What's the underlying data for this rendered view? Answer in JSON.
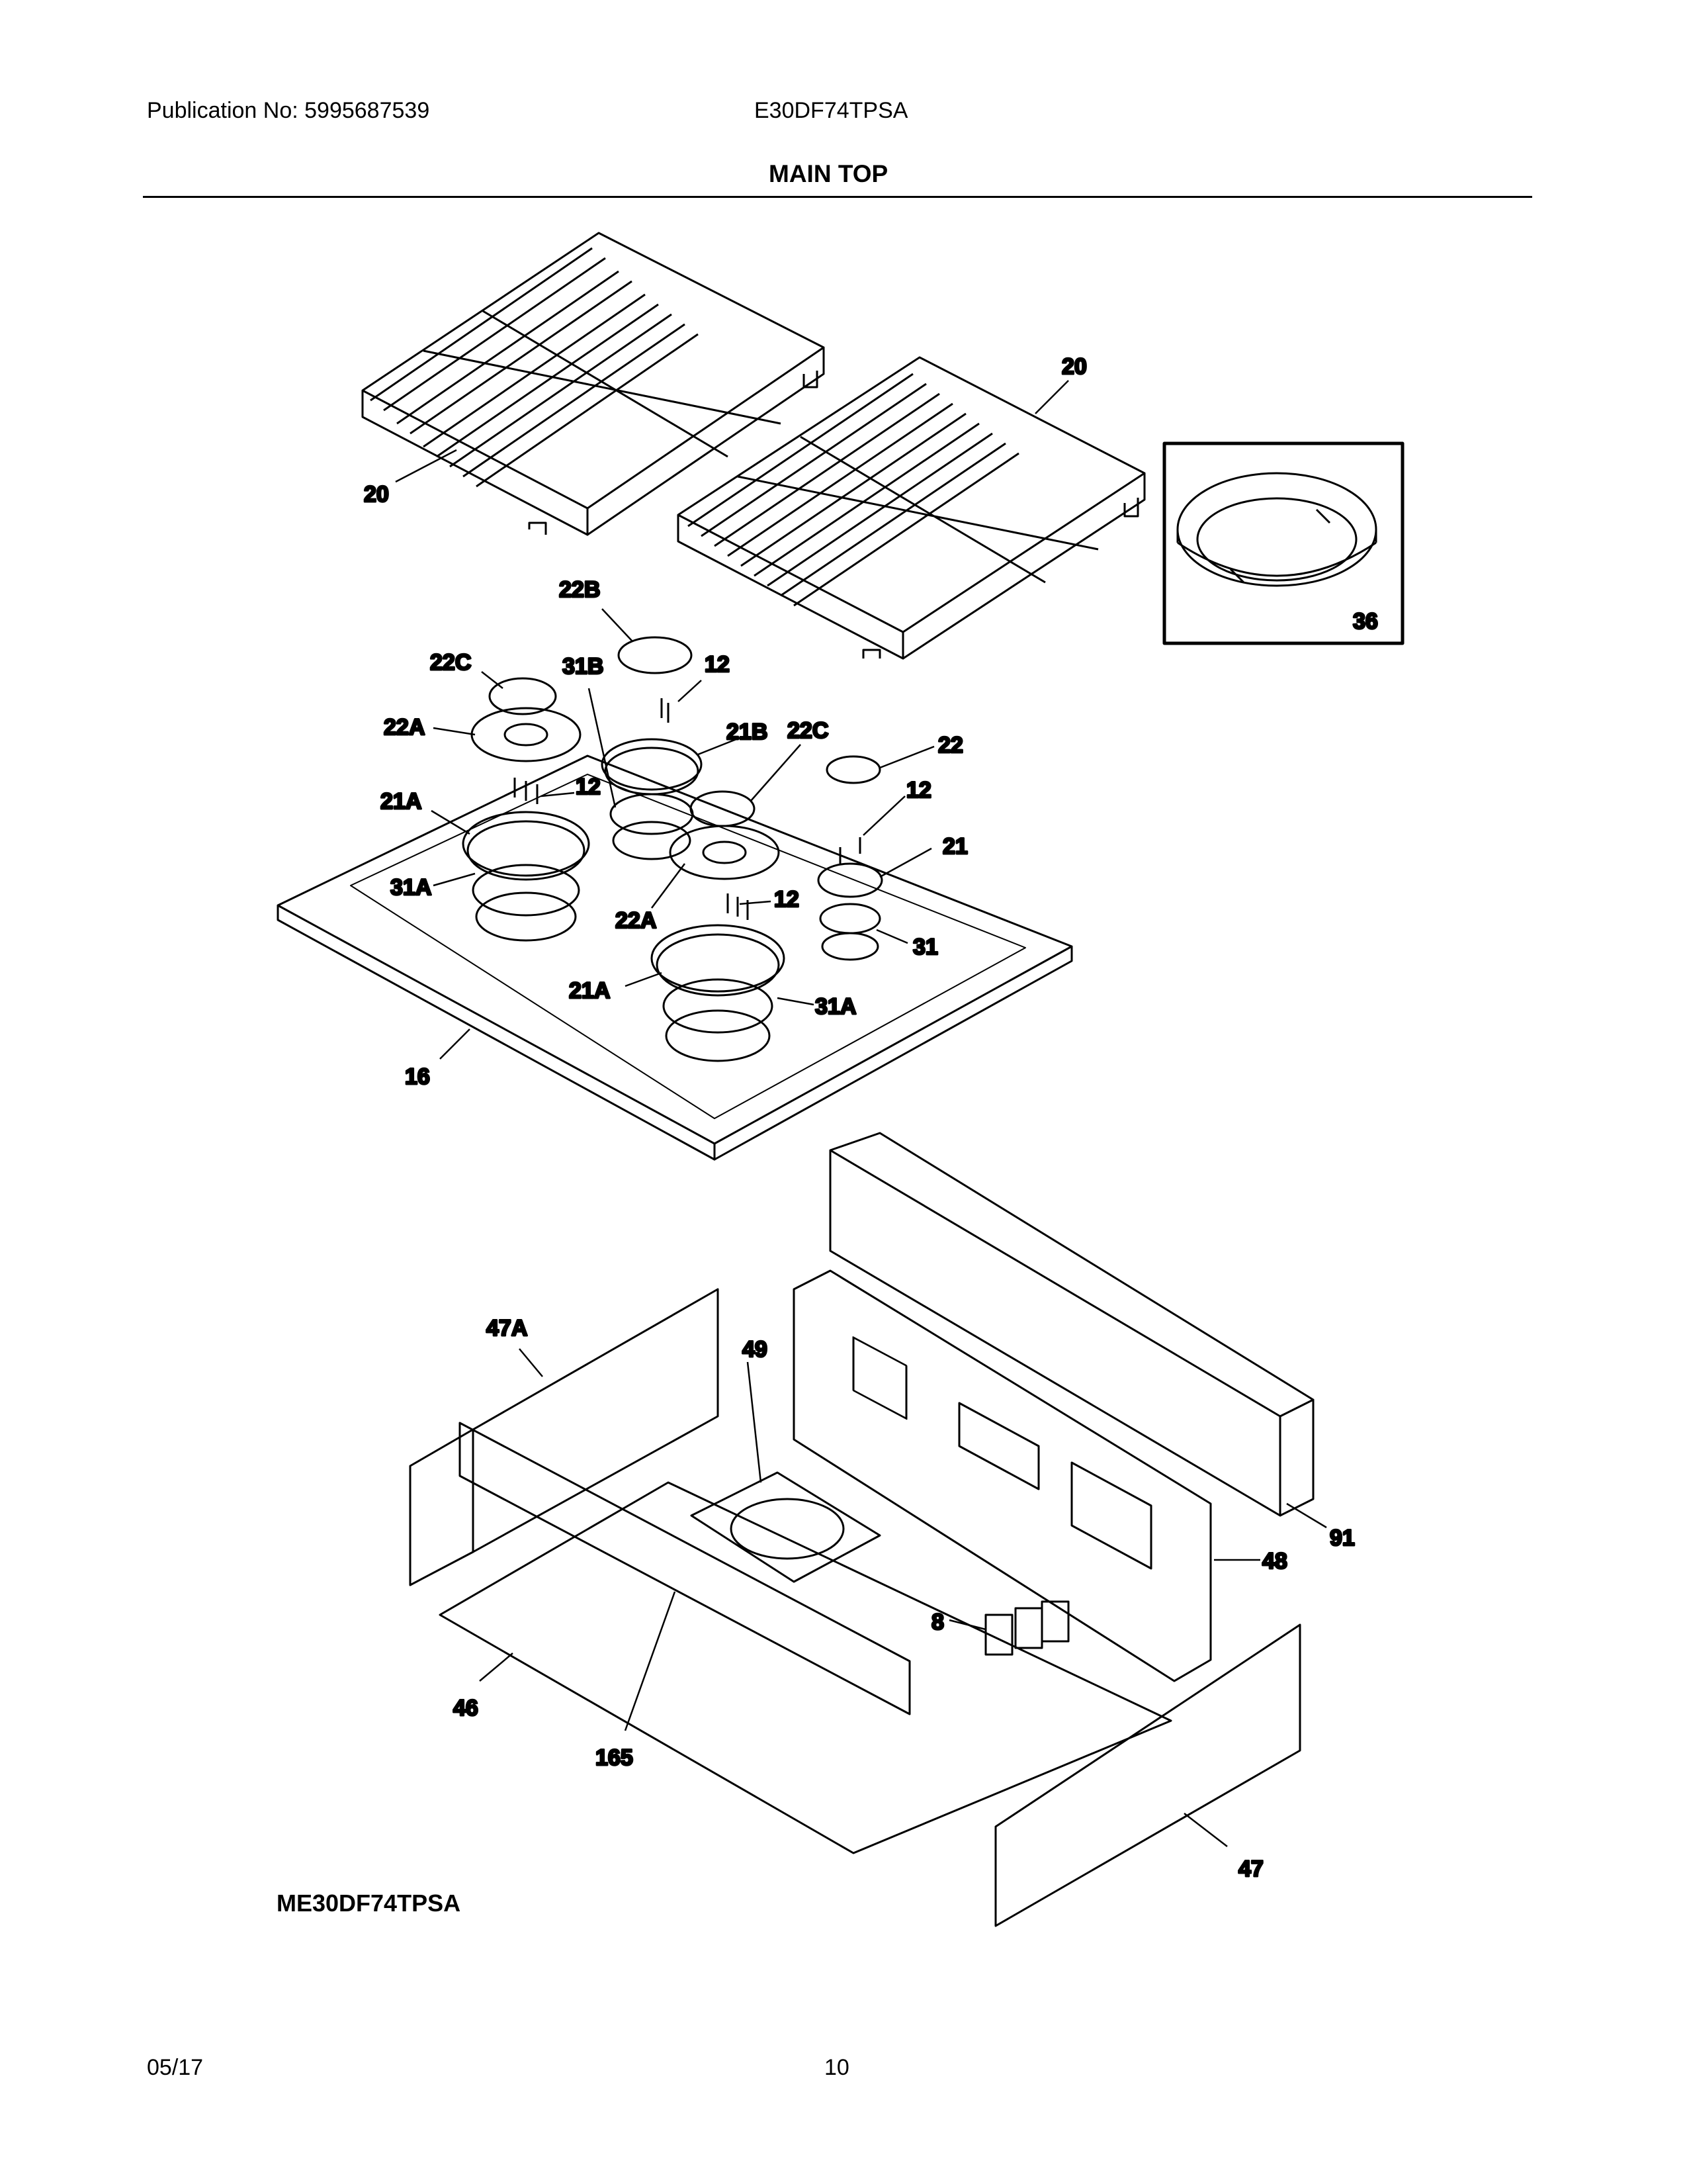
{
  "header": {
    "publication": "Publication No:  5995687539",
    "model": "E30DF74TPSA",
    "title": "MAIN TOP"
  },
  "callouts": {
    "grate_left": "20",
    "grate_right": "20",
    "inset_ring": "36",
    "cap_22b": "22B",
    "cap_22c_left": "22C",
    "ring_31b": "31B",
    "screw_12_top": "12",
    "head_22a_left": "22A",
    "head_21b": "21B",
    "cap_22c_right": "22C",
    "cap_22": "22",
    "head_21a_left": "21A",
    "screw_12_mid": "12",
    "screw_12_right": "12",
    "head_21": "21",
    "ring_31a_left": "31A",
    "head_22a_center": "22A",
    "screw_12_front": "12",
    "ring_31": "31",
    "head_21a_front": "21A",
    "ring_31a_front": "31A",
    "cooktop_16": "16",
    "panel_47a": "47A",
    "part_49": "49",
    "trim_91": "91",
    "panel_48": "48",
    "part_8": "8",
    "panel_46": "46",
    "part_165": "165",
    "panel_47": "47"
  },
  "diagram_id": "ME30DF74TPSA",
  "footer": {
    "date": "05/17",
    "page": "10"
  }
}
